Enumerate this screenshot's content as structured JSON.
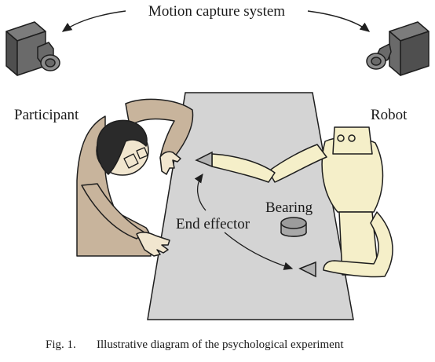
{
  "labels": {
    "motion_capture": "Motion capture system",
    "participant": "Participant",
    "robot": "Robot",
    "bearing": "Bearing",
    "end_effector": "End effector"
  },
  "caption": {
    "prefix": "Fig. 1.",
    "text": "Illustrative diagram of the psychological experiment"
  },
  "colors": {
    "outline": "#1e1e1e",
    "camera_body": "#6a6a6a",
    "camera_lens": "#8c8c8c",
    "table_surface": "#d4d4d4",
    "participant_clothing": "#c8b49c",
    "participant_hair": "#2a2a2a",
    "participant_skin": "#f1e6cf",
    "robot_body": "#f5efc9",
    "effector_tip": "#b4b4b4",
    "bearing": "#a8a8a8"
  }
}
